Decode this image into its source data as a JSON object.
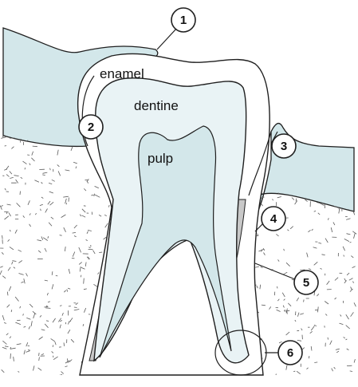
{
  "labels": {
    "enamel": "enamel",
    "dentine": "dentine",
    "pulp": "pulp"
  },
  "callouts": [
    "1",
    "2",
    "3",
    "4",
    "5",
    "6"
  ],
  "colors": {
    "gum": "#d3e7ea",
    "enamel": "#ffffff",
    "dentine": "#e9f3f5",
    "pulp": "#d3e7ea",
    "root_layer": "#c8c8c8",
    "bone_speckle": "#5a5a5a",
    "outline": "#1f1f1f"
  }
}
